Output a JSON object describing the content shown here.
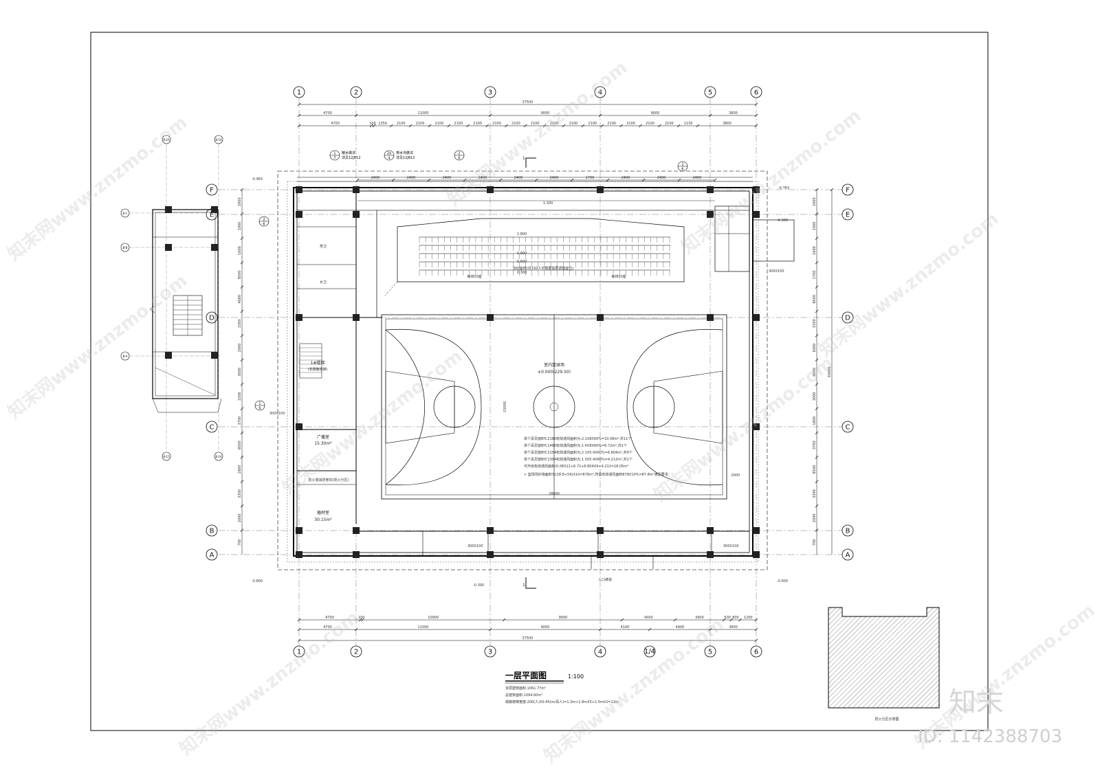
{
  "drawing": {
    "title": "一层平面图",
    "scale": "1:100",
    "notes": [
      "本层建筑面积:1061.77m²",
      "总建筑面积:1094.60m²",
      "疏散楼梯宽度:200(人)X0.65(m/百人)=1.3m<1.8mX5+1.5mX2=12m"
    ],
    "inset_caption": "防火分区示意图",
    "section_mark": "1"
  },
  "grid": {
    "columns": [
      "1",
      "2",
      "3",
      "4",
      "5",
      "6"
    ],
    "extra_column": "1/4",
    "rows": [
      "F",
      "E",
      "D",
      "C",
      "B",
      "A"
    ],
    "side_columns": [
      "B-15",
      "B-14"
    ],
    "side_rows": [
      "B-C",
      "B-B",
      "B-A"
    ]
  },
  "dimensions": {
    "top_total": "37500",
    "top_bays": [
      "4700",
      "11000",
      "9000",
      "9000",
      "3800"
    ],
    "top_sub": [
      "4700",
      "100",
      "1350",
      "2100",
      "2100",
      "2100",
      "2100",
      "2100",
      "2100",
      "2100",
      "2100",
      "2100",
      "2100",
      "2100",
      "2100",
      "2100",
      "2100",
      "2100",
      "1150",
      "3800"
    ],
    "top_windows": [
      "2400",
      "2400",
      "2400",
      "2400",
      "2400",
      "2400",
      "1700",
      "2400",
      "2400",
      "2400"
    ],
    "bottom_sub": [
      "4700",
      "100",
      "10900",
      "9000",
      "4000",
      "3900",
      "500",
      "800",
      "1200"
    ],
    "bottom_bays": [
      "4700",
      "11000",
      "9000",
      "4100",
      "4900",
      "3800"
    ],
    "bottom_total": "37500",
    "left_dims": [
      "2000",
      "1000",
      "1600",
      "8500",
      "4000",
      "1500",
      "2000",
      "3000",
      "1500",
      "3700",
      "8500",
      "1800",
      "3300",
      "2000",
      "700"
    ],
    "right_dims": [
      "2000",
      "1000",
      "1600",
      "1700",
      "8500",
      "1500",
      "6000",
      "9000",
      "3000",
      "1800",
      "3700",
      "8500",
      "3300",
      "2000",
      "700"
    ],
    "right_total": "30000",
    "court_width": "28000",
    "court_length": "15000",
    "court_side": "2000"
  },
  "rooms": {
    "court": "室内篮球场",
    "court_level": "±0.000(229.50)",
    "stair": "1#楼梯",
    "stair_note": "(非疏散楼梯)",
    "broadcast": "广播室",
    "broadcast_area": "15.30m²",
    "equipment": "器材室",
    "equipment_area": "30.15m²",
    "seats": "活动座椅(共150人可根据需要调整座位)",
    "seat_rows": "每排20座",
    "toilet_m": "男卫",
    "toilet_f": "女卫",
    "entrance": "入口坡道",
    "fire_door": "防火墙消防卷帘(防火分区)"
  },
  "elevations": [
    "-0.963",
    "-0.763",
    "-0.800",
    "-0.600",
    "-0.300",
    "-0.300",
    "1.300",
    "1.800",
    "0.900",
    "0.600",
    "0.300"
  ],
  "door_sizes": [
    "300X100",
    "300X100",
    "300X100",
    "300X100"
  ],
  "window_note": [
    "单个百页窗BYC2180有效通风面积为:2.1X8X60%=10.08m²,共11个",
    "单个百页窗BYC1480有效通风面积为:1.4X8X60%=6.72m²,共1个",
    "单个百页窗BYC2154有效通风面积为:2.1X5.4X60%=6.804m²,共9个",
    "单个百页窗BYC1354有效通风面积为:1.3X5.4X60%=4.212m²,共1个",
    "可开启有效通风面积(0.08X11+6.72+6.804X9+4.212=18.05m²",
    "> 篮球场外墙面积为(28.8+59)X10=878m²,所需有效通风面积878X10%=87.8m²满足要求。"
  ],
  "detail_refs": [
    {
      "num": "1",
      "sheet": "7",
      "text": "散水做法",
      "std": "详见12J812"
    },
    {
      "num": "2a",
      "sheet": "4",
      "text": "排水沟做法",
      "std": "详见12J812"
    },
    {
      "num": "2",
      "sheet": "6"
    },
    {
      "num": "2",
      "sheet": "6"
    },
    {
      "num": "2",
      "sheet": "6"
    },
    {
      "num": "1",
      "sheet": "6"
    }
  ],
  "watermark": {
    "text": "知末网www.znzmo.com",
    "brand": "知末",
    "id": "ID: 1142388703"
  }
}
